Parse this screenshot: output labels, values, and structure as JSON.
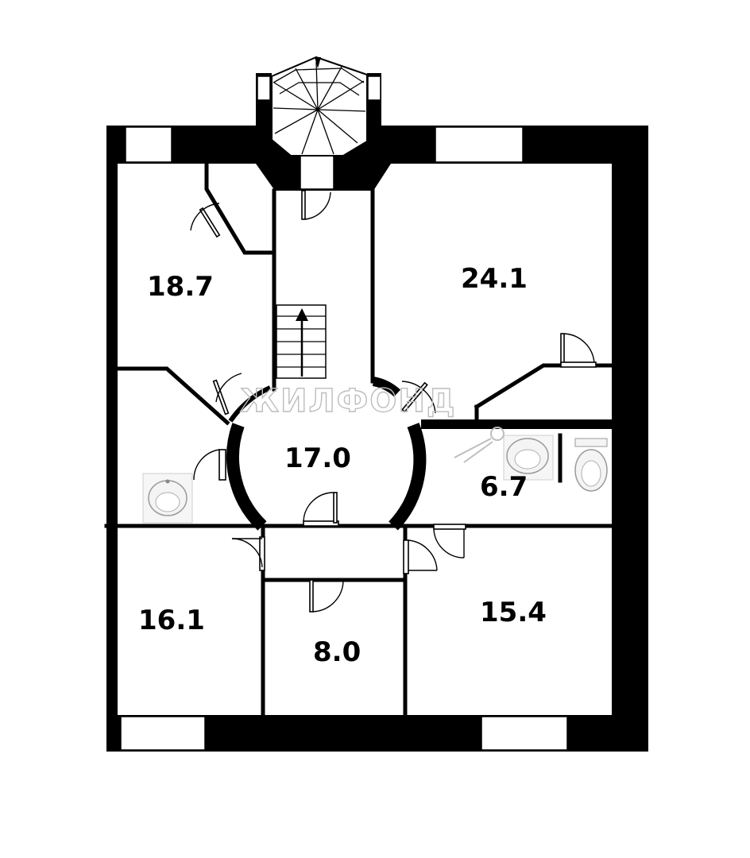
{
  "floor_plan": {
    "watermark": "ЖИЛФОНД",
    "rooms": [
      {
        "id": "room-north-west",
        "area": "18.7"
      },
      {
        "id": "room-north-east",
        "area": "24.1"
      },
      {
        "id": "hall-round",
        "area": "17.0"
      },
      {
        "id": "bathroom",
        "area": "6.7"
      },
      {
        "id": "room-south-west",
        "area": "16.1"
      },
      {
        "id": "room-south-middle",
        "area": "8.0"
      },
      {
        "id": "room-south-east",
        "area": "15.4"
      }
    ],
    "colors": {
      "walls": "#000000",
      "background": "#ffffff",
      "watermark": "#bdbdbd",
      "fixtures": "#9a9a9a"
    },
    "icons": [
      "spiral-staircase-icon",
      "staircase-arrow-icon",
      "sink-icon",
      "toilet-icon",
      "door-swing-icon",
      "window-icon",
      "keys-icon"
    ]
  }
}
